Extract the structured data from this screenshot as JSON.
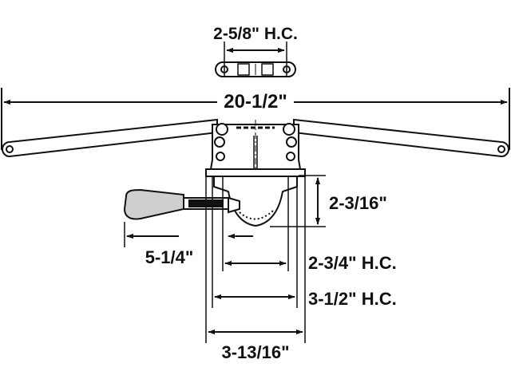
{
  "dimensions": {
    "top_hinge_center": "2-5/8\" H.C.",
    "overall_arm_length": "20-1/2\"",
    "operator_height": "2-3/16\"",
    "handle_offset": "5-1/4\"",
    "inner_hole_center": "2-3/4\" H.C.",
    "outer_hole_center": "3-1/2\" H.C.",
    "base_width": "3-13/16\""
  },
  "colors": {
    "line": "#111111",
    "arm_fill": "#ffffff",
    "handle_fill": "#cfcfcf",
    "grip_fill": "#111111"
  }
}
